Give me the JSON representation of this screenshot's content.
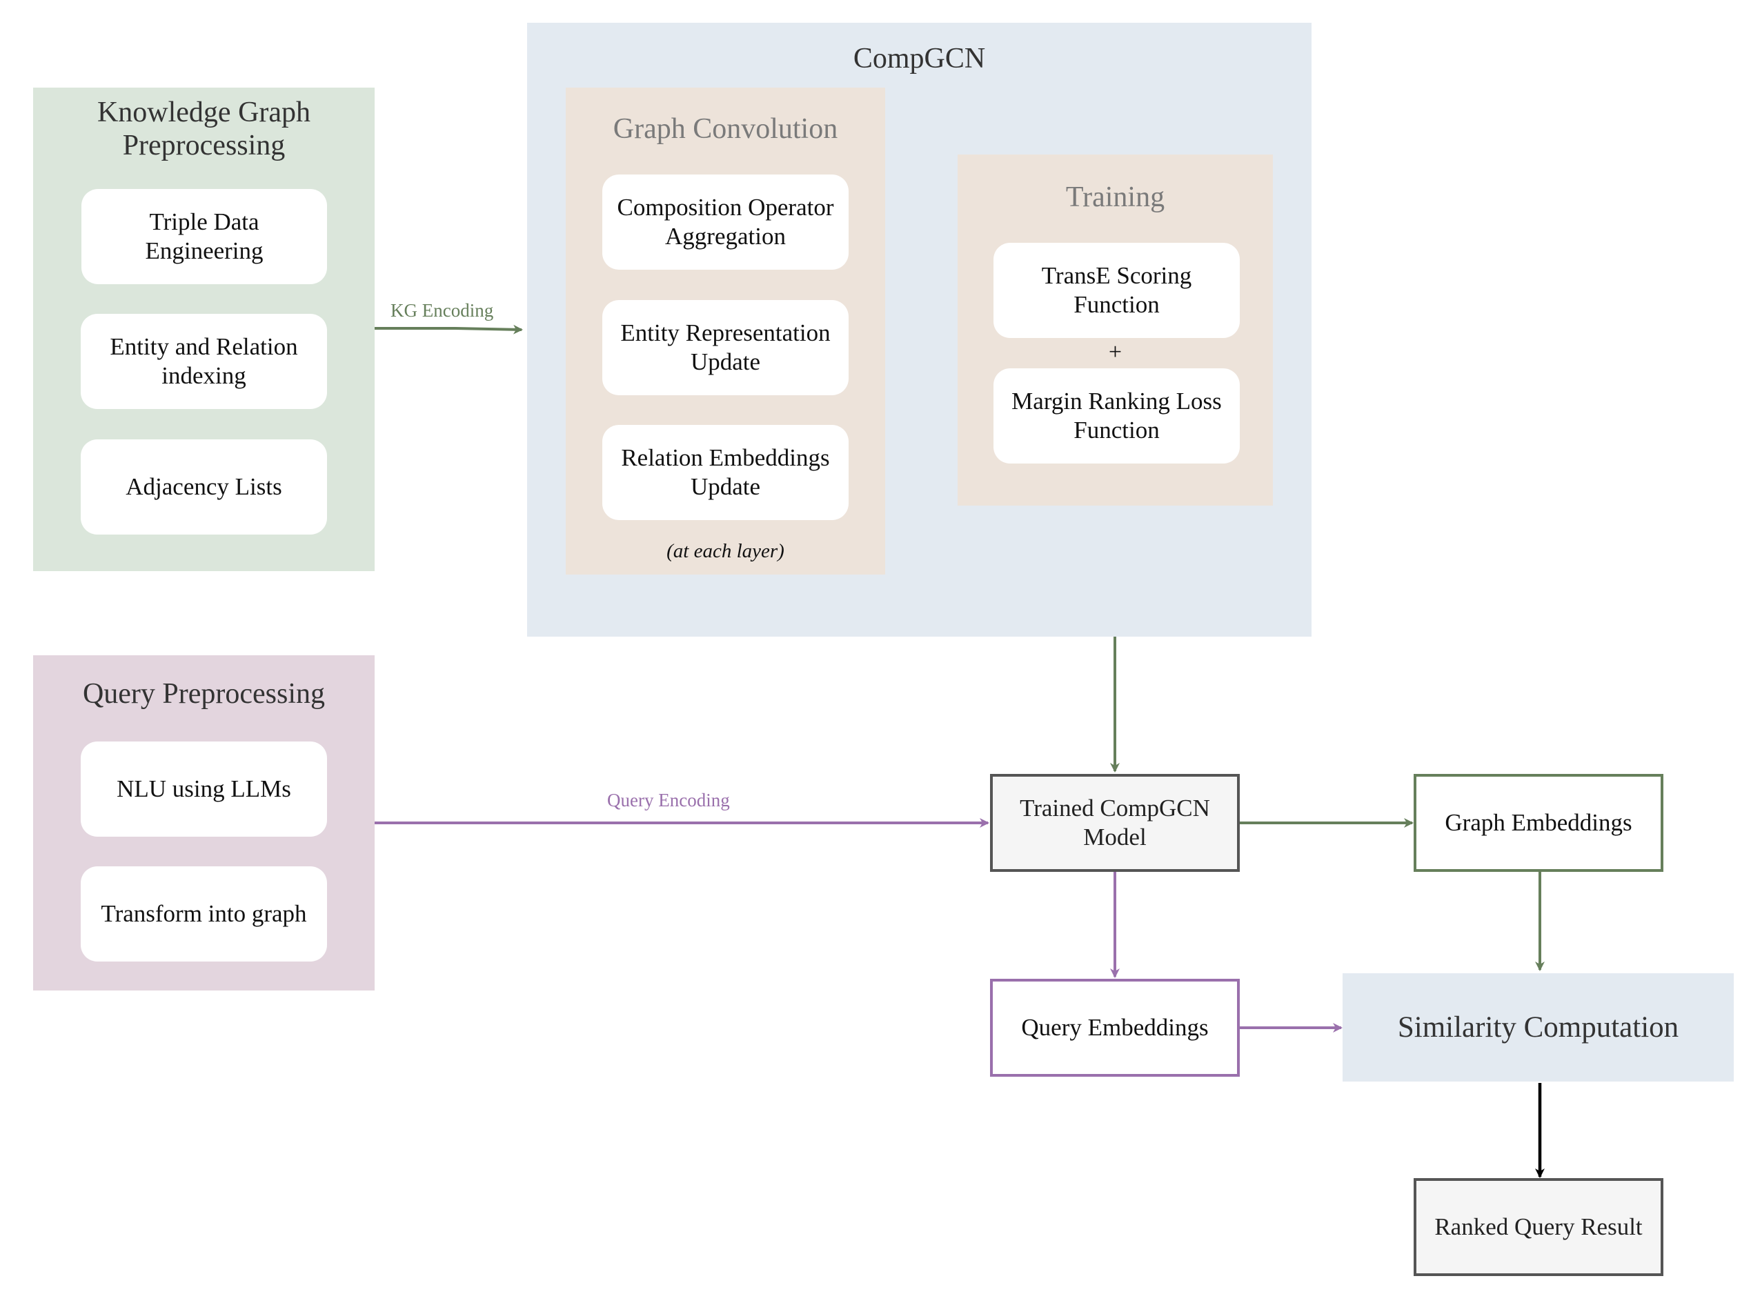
{
  "colors": {
    "green_panel": "#dbe6db",
    "purple_panel": "#e3d5de",
    "blue_panel": "#e3eaf1",
    "beige_panel": "#ede3da",
    "green_arrow": "#667f5b",
    "purple_arrow": "#9a70ac",
    "dark_border": "#555555"
  },
  "kg_pre": {
    "title_line1": "Knowledge Graph",
    "title_line2": "Preprocessing",
    "items": [
      {
        "line1": "Triple Data",
        "line2": "Engineering"
      },
      {
        "line1": "Entity and Relation",
        "line2": "indexing"
      },
      {
        "line1": "Adjacency Lists",
        "line2": ""
      }
    ]
  },
  "compgcn": {
    "title": "CompGCN",
    "conv": {
      "title": "Graph Convolution",
      "items": [
        {
          "line1": "Composition Operator",
          "line2": "Aggregation"
        },
        {
          "line1": "Entity Representation",
          "line2": "Update"
        },
        {
          "line1": "Relation Embeddings",
          "line2": "Update"
        }
      ],
      "note": "(at each layer)"
    },
    "training": {
      "title": "Training",
      "items": [
        {
          "line1": "TransE Scoring",
          "line2": "Function"
        },
        {
          "line1": "Margin Ranking Loss",
          "line2": "Function"
        }
      ],
      "plus": "+"
    }
  },
  "query_pre": {
    "title": "Query Preprocessing",
    "items": [
      {
        "line1": "NLU using LLMs"
      },
      {
        "line1": "Transform into graph"
      }
    ]
  },
  "labels": {
    "kg_encoding": "KG Encoding",
    "query_encoding": "Query Encoding"
  },
  "outputs": {
    "trained_model_line1": "Trained CompGCN",
    "trained_model_line2": "Model",
    "graph_embeddings": "Graph Embeddings",
    "query_embeddings": "Query Embeddings",
    "similarity": "Similarity Computation",
    "ranked_result": "Ranked Query Result"
  }
}
